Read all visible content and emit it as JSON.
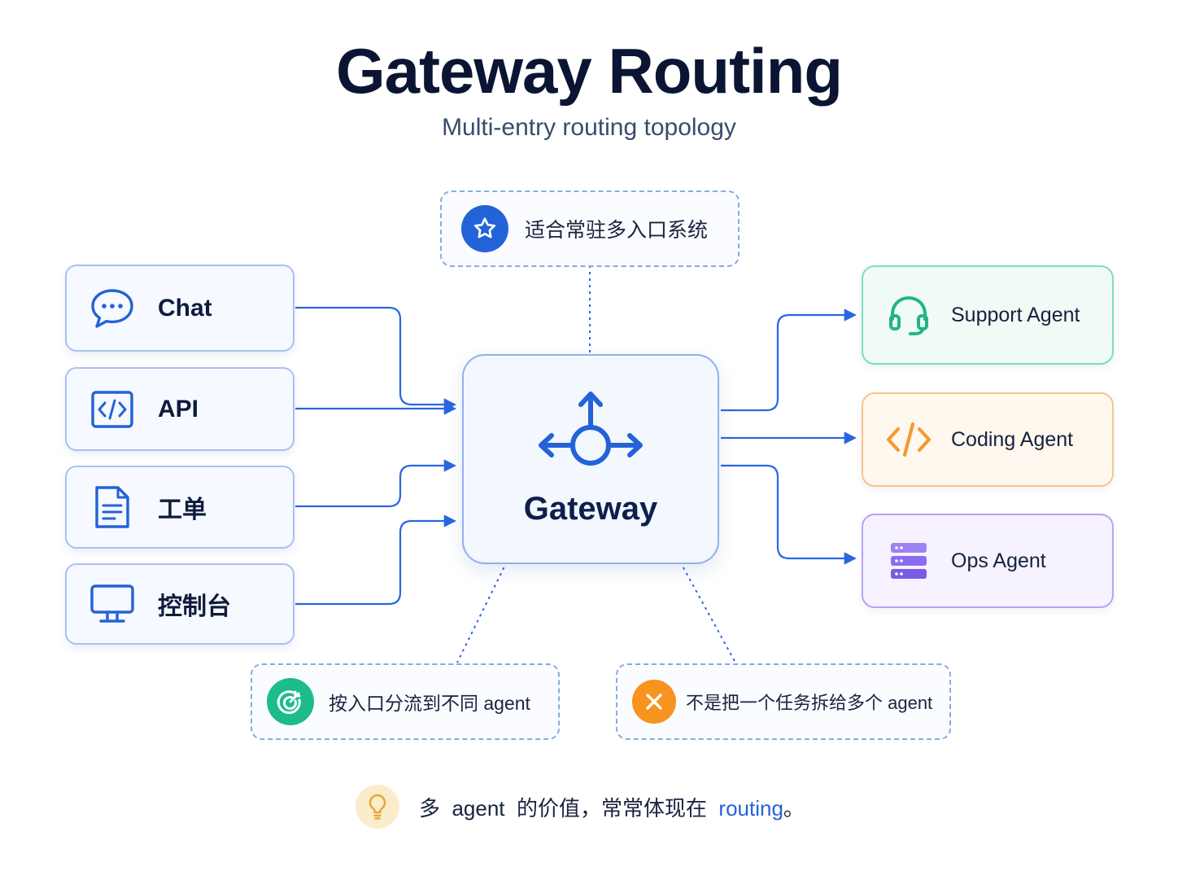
{
  "header": {
    "title": "Gateway Routing",
    "subtitle": "Multi-entry routing topology"
  },
  "top_note": {
    "text": "适合常驻多入口系统",
    "icon": "star-icon"
  },
  "entries": [
    {
      "label": "Chat",
      "icon": "chat-bubble-icon"
    },
    {
      "label": "API",
      "icon": "code-icon"
    },
    {
      "label": "工单",
      "icon": "document-icon"
    },
    {
      "label": "控制台",
      "icon": "monitor-icon"
    }
  ],
  "gateway": {
    "label": "Gateway",
    "icon": "routing-arrows-icon"
  },
  "agents": [
    {
      "label": "Support Agent",
      "icon": "headset-icon",
      "color": "#2fbf8f"
    },
    {
      "label": "Coding Agent",
      "icon": "code-brackets-icon",
      "color": "#f59a2d"
    },
    {
      "label": "Ops Agent",
      "icon": "server-icon",
      "color": "#8b6cf0"
    }
  ],
  "notes": {
    "left": {
      "text": "按入口分流到不同 agent",
      "icon": "target-icon",
      "color": "#1dbb8e"
    },
    "right": {
      "text": "不是把一个任务拆给多个 agent",
      "icon": "x-icon",
      "color": "#f7931e"
    }
  },
  "footer": {
    "prefix": "多  agent  的价值，常常体现在  ",
    "highlight": "routing",
    "suffix": "。",
    "icon": "lightbulb-icon"
  },
  "colors": {
    "accent": "#2462d8",
    "title": "#0b1533",
    "support": "#2fbf8f",
    "coding": "#f59a2d",
    "ops": "#8b6cf0"
  }
}
